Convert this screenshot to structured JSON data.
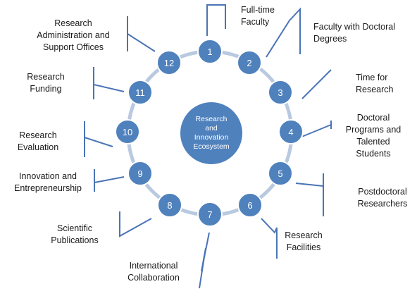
{
  "center": {
    "lines": [
      "Research",
      "and",
      "Innovation",
      "Ecosystem"
    ]
  },
  "nodes": [
    {
      "id": "1",
      "label_lines": [
        "Full-time",
        "Faculty"
      ]
    },
    {
      "id": "2",
      "label_lines": [
        "Faculty with Doctoral",
        "Degrees"
      ]
    },
    {
      "id": "3",
      "label_lines": [
        "Time for",
        "Research"
      ]
    },
    {
      "id": "4",
      "label_lines": [
        "Doctoral",
        "Programs and",
        "Talented",
        "Students"
      ]
    },
    {
      "id": "5",
      "label_lines": [
        "Postdoctoral",
        "Researchers"
      ]
    },
    {
      "id": "6",
      "label_lines": [
        "Research",
        "Facilities"
      ]
    },
    {
      "id": "7",
      "label_lines": [
        "International",
        "Collaboration"
      ]
    },
    {
      "id": "8",
      "label_lines": [
        "Scientific",
        "Publications"
      ]
    },
    {
      "id": "9",
      "label_lines": [
        "Innovation and",
        "Entrepreneurship"
      ]
    },
    {
      "id": "10",
      "label_lines": [
        "Research",
        "Evaluation"
      ]
    },
    {
      "id": "11",
      "label_lines": [
        "Research",
        "Funding"
      ]
    },
    {
      "id": "12",
      "label_lines": [
        "Research",
        "Administration and",
        "Support Offices"
      ]
    }
  ],
  "colors": {
    "node_fill": "#4f81bd",
    "node_stroke": "#ffffff",
    "ring": "#b9c9e0",
    "callout": "#4a74b5",
    "label_text": "#1a1a1a",
    "node_text": "#ffffff"
  }
}
